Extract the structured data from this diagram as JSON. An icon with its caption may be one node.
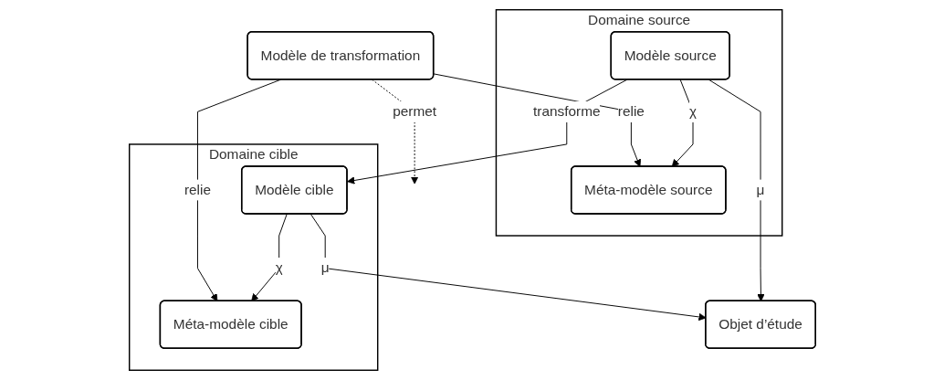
{
  "diagram": {
    "nodes": [
      {
        "text": [
          "Domaine source"
        ]
      },
      {
        "text": [
          "Méta-modèle source"
        ],
        "in": 0
      },
      {
        "text": [
          "Modèle source"
        ],
        "in": 0
      },
      {
        "text": [
          "Modèle de transformation"
        ]
      },
      {
        "text": [
          "Domaine cible"
        ]
      },
      {
        "text": [
          "Méta-modèle cible"
        ],
        "in": 4
      },
      {
        "text": [
          "Modèle cible"
        ],
        "in": 4
      },
      {
        "text": [
          "Objet d’étude"
        ]
      }
    ],
    "edges": [
      {
        "from": 3,
        "to": 1,
        "arrow": "to",
        "label": "relie"
      },
      {
        "from": 3,
        "to": 5,
        "arrow": "to",
        "label": "relie"
      },
      {
        "from": 2,
        "to": 1,
        "arrow": "to",
        "label": "χ"
      },
      {
        "from": 6,
        "to": 5,
        "arrow": "to",
        "label": "χ"
      },
      {
        "from": 3,
        "to": null,
        "arrow": "to",
        "label": "permet",
        "style": "dashed"
      },
      {
        "from": 2,
        "to": 6,
        "arrow": "to",
        "label": "transforme"
      },
      {
        "from": 2,
        "to": 7,
        "arrow": "to",
        "label": "μ"
      },
      {
        "from": 6,
        "to": 7,
        "arrow": "to",
        "label": "μ"
      }
    ]
  }
}
